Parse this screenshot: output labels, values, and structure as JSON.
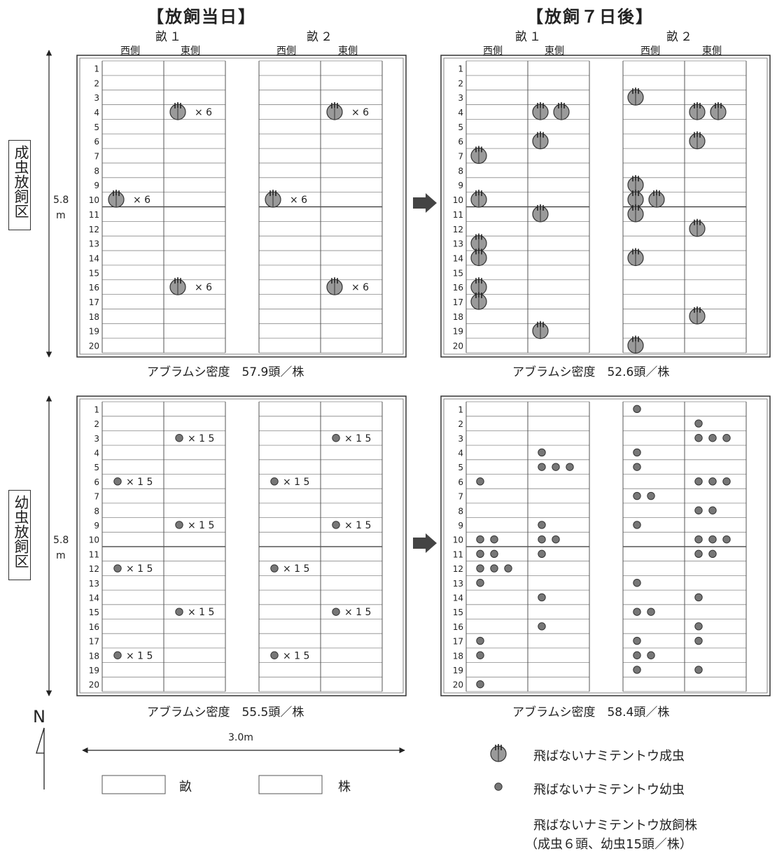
{
  "headers": {
    "day0": "【放飼当日】",
    "day7": "【放飼７日後】",
    "unit1": "畝１",
    "unit2": "畝２",
    "west": "西側",
    "east": "東側"
  },
  "zones": {
    "adult": "成虫放飼区",
    "larva": "幼虫放飼区"
  },
  "dimensions": {
    "length": "5.8",
    "length_unit": "m",
    "width": "3.0m",
    "north": "N"
  },
  "densities": {
    "adult_day0": "アブラムシ密度　57.9頭／株",
    "adult_day7": "アブラムシ密度　52.6頭／株",
    "larva_day0": "アブラムシ密度　55.5頭／株",
    "larva_day7": "アブラムシ密度　58.4頭／株"
  },
  "release_labels": {
    "adult": "× 6",
    "larva": "× 1 5"
  },
  "legend": {
    "ridge": "畝",
    "plant": "株",
    "adult": "飛ばないナミテントウ成虫",
    "larva": "飛ばないナミテントウ幼虫",
    "release_line1": "飛ばないナミテントウ放飼株",
    "release_line2": "（成虫６頭、幼虫15頭／株）"
  },
  "rows": [
    "1",
    "2",
    "3",
    "4",
    "5",
    "6",
    "7",
    "8",
    "9",
    "10",
    "11",
    "12",
    "13",
    "14",
    "15",
    "16",
    "17",
    "18",
    "19",
    "20"
  ],
  "colors": {
    "adult_fill": "#9a9a9a",
    "larva_fill": "#777777",
    "arrow": "#444444",
    "line": "#555555"
  },
  "panels": {
    "adult_day0": [
      {
        "col": 1,
        "row": 4,
        "type": "adult",
        "release": true
      },
      {
        "col": 3,
        "row": 4,
        "type": "adult",
        "release": true
      },
      {
        "col": 0,
        "row": 10,
        "type": "adult",
        "release": true
      },
      {
        "col": 2,
        "row": 10,
        "type": "adult",
        "release": true
      },
      {
        "col": 1,
        "row": 16,
        "type": "adult",
        "release": true
      },
      {
        "col": 3,
        "row": 16,
        "type": "adult",
        "release": true
      }
    ],
    "adult_day7": [
      {
        "col": 2,
        "row": 3,
        "type": "adult",
        "count": 1
      },
      {
        "col": 1,
        "row": 4,
        "type": "adult",
        "count": 2
      },
      {
        "col": 3,
        "row": 4,
        "type": "adult",
        "count": 2
      },
      {
        "col": 1,
        "row": 6,
        "type": "adult",
        "count": 1
      },
      {
        "col": 3,
        "row": 6,
        "type": "adult",
        "count": 1
      },
      {
        "col": 0,
        "row": 7,
        "type": "adult",
        "count": 1
      },
      {
        "col": 2,
        "row": 9,
        "type": "adult",
        "count": 1
      },
      {
        "col": 0,
        "row": 10,
        "type": "adult",
        "count": 1
      },
      {
        "col": 2,
        "row": 10,
        "type": "adult",
        "count": 2
      },
      {
        "col": 1,
        "row": 11,
        "type": "adult",
        "count": 1
      },
      {
        "col": 2,
        "row": 11,
        "type": "adult",
        "count": 1
      },
      {
        "col": 3,
        "row": 12,
        "type": "adult",
        "count": 1
      },
      {
        "col": 0,
        "row": 13,
        "type": "adult",
        "count": 1
      },
      {
        "col": 0,
        "row": 14,
        "type": "adult",
        "count": 1
      },
      {
        "col": 2,
        "row": 14,
        "type": "adult",
        "count": 1
      },
      {
        "col": 0,
        "row": 16,
        "type": "adult",
        "count": 1
      },
      {
        "col": 0,
        "row": 17,
        "type": "adult",
        "count": 1
      },
      {
        "col": 3,
        "row": 18,
        "type": "adult",
        "count": 1
      },
      {
        "col": 1,
        "row": 19,
        "type": "adult",
        "count": 1
      },
      {
        "col": 2,
        "row": 20,
        "type": "adult",
        "count": 1
      }
    ],
    "larva_day0": [
      {
        "col": 1,
        "row": 3,
        "type": "larva",
        "release": true
      },
      {
        "col": 3,
        "row": 3,
        "type": "larva",
        "release": true
      },
      {
        "col": 0,
        "row": 6,
        "type": "larva",
        "release": true
      },
      {
        "col": 2,
        "row": 6,
        "type": "larva",
        "release": true
      },
      {
        "col": 1,
        "row": 9,
        "type": "larva",
        "release": true
      },
      {
        "col": 3,
        "row": 9,
        "type": "larva",
        "release": true
      },
      {
        "col": 0,
        "row": 12,
        "type": "larva",
        "release": true
      },
      {
        "col": 2,
        "row": 12,
        "type": "larva",
        "release": true
      },
      {
        "col": 1,
        "row": 15,
        "type": "larva",
        "release": true
      },
      {
        "col": 3,
        "row": 15,
        "type": "larva",
        "release": true
      },
      {
        "col": 0,
        "row": 18,
        "type": "larva",
        "release": true
      },
      {
        "col": 2,
        "row": 18,
        "type": "larva",
        "release": true
      }
    ],
    "larva_day7": [
      {
        "col": 2,
        "row": 1,
        "type": "larva",
        "count": 1
      },
      {
        "col": 3,
        "row": 2,
        "type": "larva",
        "count": 1
      },
      {
        "col": 3,
        "row": 3,
        "type": "larva",
        "count": 3
      },
      {
        "col": 1,
        "row": 4,
        "type": "larva",
        "count": 1
      },
      {
        "col": 2,
        "row": 4,
        "type": "larva",
        "count": 1
      },
      {
        "col": 1,
        "row": 5,
        "type": "larva",
        "count": 3
      },
      {
        "col": 2,
        "row": 5,
        "type": "larva",
        "count": 1
      },
      {
        "col": 0,
        "row": 6,
        "type": "larva",
        "count": 1
      },
      {
        "col": 3,
        "row": 6,
        "type": "larva",
        "count": 3
      },
      {
        "col": 2,
        "row": 7,
        "type": "larva",
        "count": 2
      },
      {
        "col": 3,
        "row": 8,
        "type": "larva",
        "count": 2
      },
      {
        "col": 1,
        "row": 9,
        "type": "larva",
        "count": 1
      },
      {
        "col": 2,
        "row": 9,
        "type": "larva",
        "count": 1
      },
      {
        "col": 0,
        "row": 10,
        "type": "larva",
        "count": 2
      },
      {
        "col": 1,
        "row": 10,
        "type": "larva",
        "count": 2
      },
      {
        "col": 3,
        "row": 10,
        "type": "larva",
        "count": 3
      },
      {
        "col": 0,
        "row": 11,
        "type": "larva",
        "count": 2
      },
      {
        "col": 1,
        "row": 11,
        "type": "larva",
        "count": 1
      },
      {
        "col": 3,
        "row": 11,
        "type": "larva",
        "count": 2
      },
      {
        "col": 0,
        "row": 12,
        "type": "larva",
        "count": 3
      },
      {
        "col": 0,
        "row": 13,
        "type": "larva",
        "count": 1
      },
      {
        "col": 2,
        "row": 13,
        "type": "larva",
        "count": 1
      },
      {
        "col": 1,
        "row": 14,
        "type": "larva",
        "count": 1
      },
      {
        "col": 3,
        "row": 14,
        "type": "larva",
        "count": 1
      },
      {
        "col": 2,
        "row": 15,
        "type": "larva",
        "count": 2
      },
      {
        "col": 1,
        "row": 16,
        "type": "larva",
        "count": 1
      },
      {
        "col": 3,
        "row": 16,
        "type": "larva",
        "count": 1
      },
      {
        "col": 0,
        "row": 17,
        "type": "larva",
        "count": 1
      },
      {
        "col": 2,
        "row": 17,
        "type": "larva",
        "count": 1
      },
      {
        "col": 3,
        "row": 17,
        "type": "larva",
        "count": 1
      },
      {
        "col": 0,
        "row": 18,
        "type": "larva",
        "count": 1
      },
      {
        "col": 2,
        "row": 18,
        "type": "larva",
        "count": 2
      },
      {
        "col": 2,
        "row": 19,
        "type": "larva",
        "count": 1
      },
      {
        "col": 3,
        "row": 19,
        "type": "larva",
        "count": 1
      },
      {
        "col": 0,
        "row": 20,
        "type": "larva",
        "count": 1
      }
    ]
  }
}
